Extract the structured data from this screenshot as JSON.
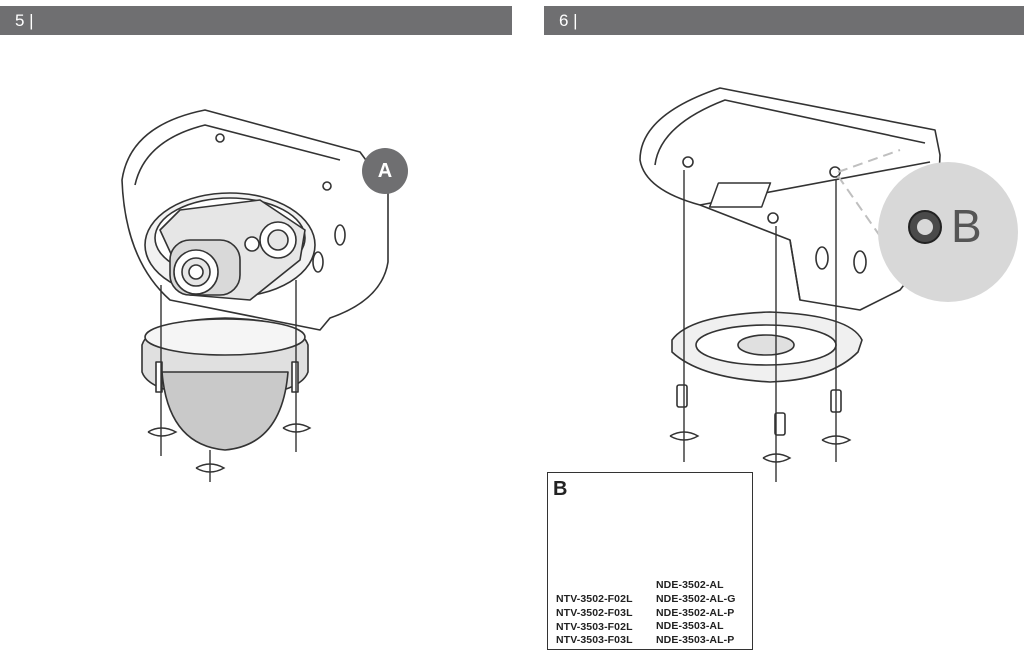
{
  "steps": {
    "left_label": "5 |",
    "right_label": "6 |"
  },
  "callouts": {
    "a": "A",
    "b_zoom": "B"
  },
  "inset": {
    "title": "B",
    "left_models": [
      "NTV-3502-F02L",
      "NTV-3502-F03L",
      "NTV-3503-F02L",
      "NTV-3503-F03L"
    ],
    "right_models": [
      "NDE-3502-AL",
      "NDE-3502-AL-G",
      "NDE-3502-AL-P",
      "NDE-3503-AL",
      "NDE-3503-AL-P"
    ]
  },
  "colors": {
    "bar": "#6f6f71",
    "callout": "#6f6f71",
    "zoom_bg": "#d8d8d8",
    "line": "#333333"
  }
}
